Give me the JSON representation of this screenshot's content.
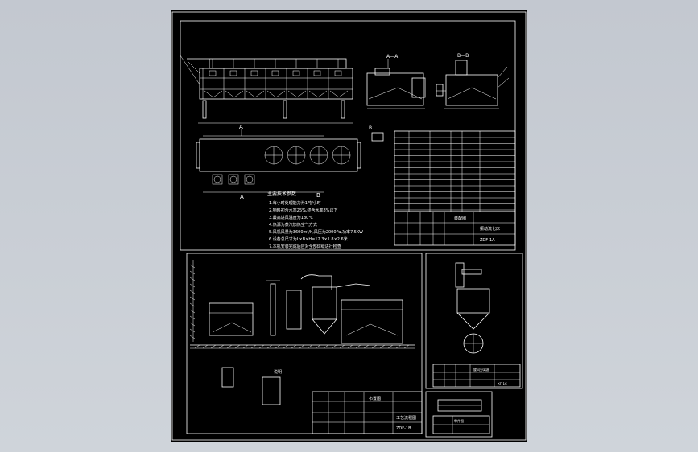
{
  "main_drawing": {
    "section_a_label": "A—A",
    "section_b_label": "B—B",
    "view_mark_a": "A",
    "view_mark_b": "B",
    "view_mark_b2": "B",
    "cut_mark_a": "A",
    "tech_requirements": {
      "title": "主要技术参数",
      "lines": [
        "1.每小时处理能力为1吨/小时",
        "2.物料初含水率25%,终含水率8%以下",
        "3.最高进风温度为180℃",
        "4.热源为蒸汽加热空气方式",
        "5.风机风量为3600m³/h,风压为2000Pa,功率7.5KW",
        "6.设备总尺寸为L×B×H=12.3×1.8×2.6米",
        "7.本机安装完成后应对全部焊缝进行检查"
      ]
    },
    "title_block": {
      "drawing_name": "振动流化床",
      "drawing_number": "ZDF-1A",
      "material_label": "装配图"
    }
  },
  "layout_drawing": {
    "note_label": "说明",
    "title_block": {
      "drawing_name": "工艺流程图",
      "drawing_number": "ZDF-1B",
      "material_label": "布置图"
    }
  },
  "cyclone_drawing": {
    "title_block": {
      "drawing_name": "旋风分离器",
      "drawing_number": "XF-1C"
    }
  },
  "small_drawing": {
    "title": "零件图"
  }
}
